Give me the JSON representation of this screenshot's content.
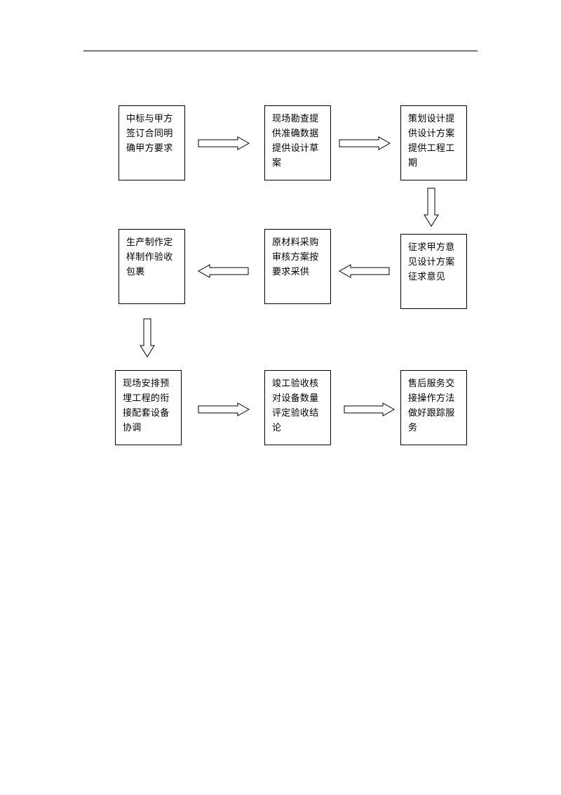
{
  "flow": {
    "steps": [
      "中标与甲方签订合同明确甲方要求",
      "现场勘查提供准确数据提供设计草案",
      "策划设计提供设计方案提供工程工期",
      "征求甲方意见设计方案征求意见",
      "原材料采购审核方案按要求采供",
      "生产制作定样制作验收包裹",
      "现场安排预埋工程的衔接配套设备协调",
      "竣工验收核对设备数量评定验收结论",
      "售后服务交接操作方法做好跟踪服务"
    ]
  }
}
